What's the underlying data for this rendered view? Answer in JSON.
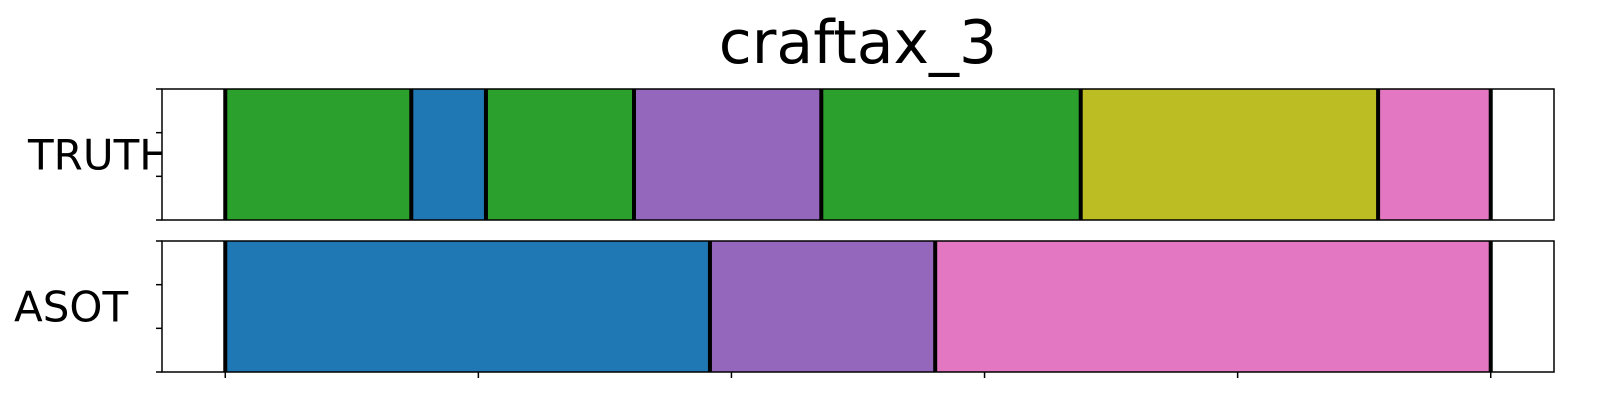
{
  "chart_data": {
    "type": "segmentation",
    "title": "craftax_3",
    "xlim": [
      0,
      1100
    ],
    "boundary_color": "#000000",
    "rows": [
      {
        "label": "TRUTH",
        "segments": [
          {
            "start": 0,
            "end": 50,
            "color": "#ffffff"
          },
          {
            "start": 50,
            "end": 197,
            "color": "#2ca02c"
          },
          {
            "start": 197,
            "end": 256,
            "color": "#1f77b4"
          },
          {
            "start": 256,
            "end": 373,
            "color": "#2ca02c"
          },
          {
            "start": 373,
            "end": 521,
            "color": "#9467bd"
          },
          {
            "start": 521,
            "end": 726,
            "color": "#2ca02c"
          },
          {
            "start": 726,
            "end": 961,
            "color": "#bcbd22"
          },
          {
            "start": 961,
            "end": 1050,
            "color": "#e377c2"
          },
          {
            "start": 1050,
            "end": 1100,
            "color": "#ffffff"
          }
        ],
        "boundaries": [
          50,
          197,
          256,
          373,
          521,
          726,
          961,
          1050
        ]
      },
      {
        "label": "ASOT",
        "segments": [
          {
            "start": 0,
            "end": 50,
            "color": "#ffffff"
          },
          {
            "start": 50,
            "end": 433,
            "color": "#1f77b4"
          },
          {
            "start": 433,
            "end": 611,
            "color": "#9467bd"
          },
          {
            "start": 611,
            "end": 1050,
            "color": "#e377c2"
          },
          {
            "start": 1050,
            "end": 1100,
            "color": "#ffffff"
          }
        ],
        "boundaries": [
          50,
          433,
          611,
          1050
        ]
      }
    ],
    "x_ticks": [
      50,
      250,
      450,
      650,
      850,
      1050
    ],
    "x_tick_labels_shown": false,
    "y_ticks_per_row": 4
  }
}
